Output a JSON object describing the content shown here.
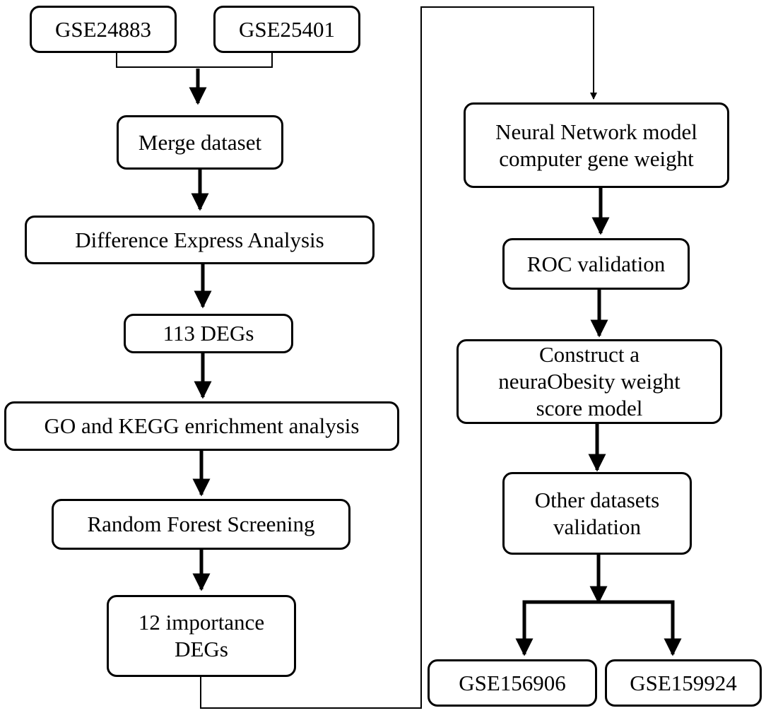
{
  "nodes": {
    "gse24883": "GSE24883",
    "gse25401": "GSE25401",
    "merge": "Merge dataset",
    "diff": "Difference Express Analysis",
    "degs113": "113 DEGs",
    "go_kegg": "GO and KEGG enrichment analysis",
    "random_forest": "Random Forest Screening",
    "importance": [
      "12 importance",
      "DEGs"
    ],
    "neural": [
      "Neural Network model",
      "computer gene weight"
    ],
    "roc": "ROC validation",
    "construct": [
      "Construct a",
      "neuraObesity weight",
      "score model"
    ],
    "other": [
      "Other datasets",
      "validation"
    ],
    "gse156906": "GSE156906",
    "gse159924": "GSE159924"
  },
  "colors": {
    "stroke": "#000000",
    "fill": "#ffffff"
  }
}
